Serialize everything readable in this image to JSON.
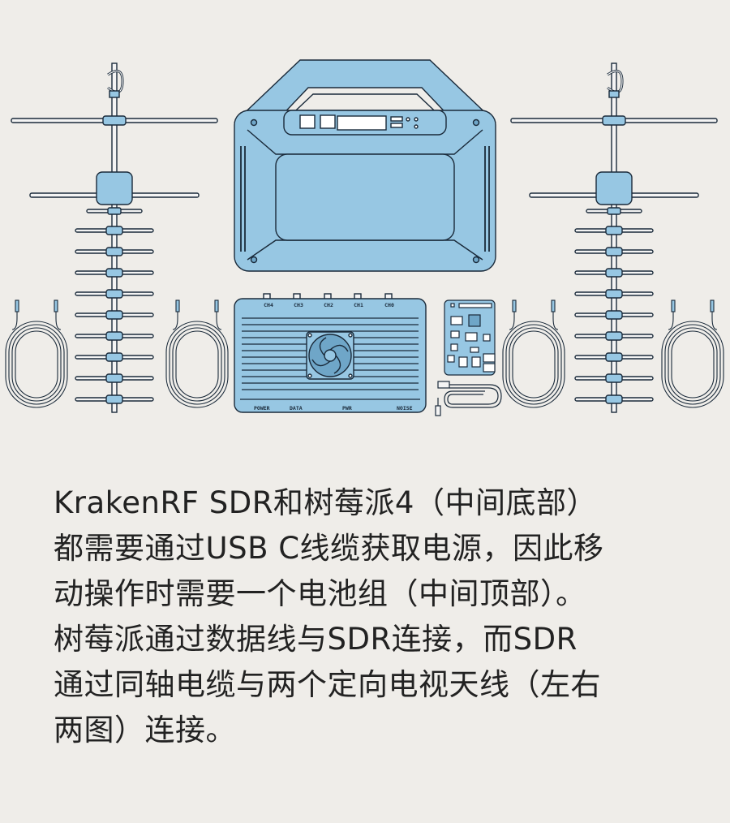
{
  "sdr": {
    "channels": [
      "CH4",
      "CH3",
      "CH2",
      "CH1",
      "CH0"
    ],
    "bottom_labels": [
      "POWER",
      "DATA",
      "PWR",
      "NOISE"
    ]
  },
  "caption": {
    "lines": [
      "KrakenRF  SDR和树莓派4（中间底部）",
      "都需要通过USB C线缆获取电源，因此移",
      "动操作时需要一个电池组（中间顶部）。",
      "树莓派通过数据线与SDR连接，而SDR",
      "通过同轴电缆与两个定向电视天线（左右",
      "两图）连接。"
    ]
  },
  "colors": {
    "background": "#efede9",
    "device_fill": "#97c7e3",
    "device_dark": "#6fa6c8",
    "outline": "#1a2a3a"
  }
}
